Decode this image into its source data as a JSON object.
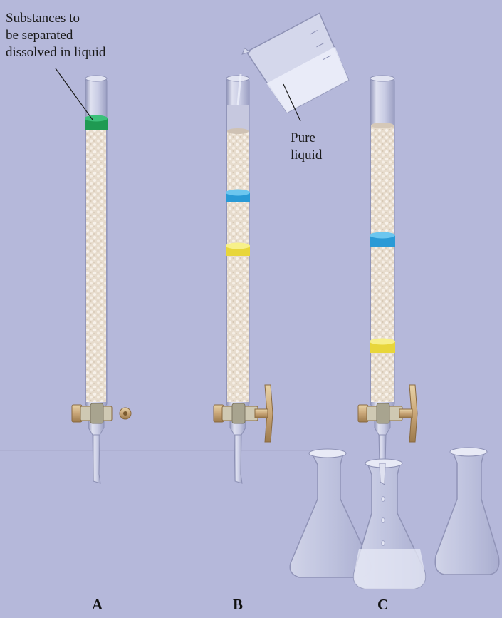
{
  "labels": {
    "substances_line1": "Substances to",
    "substances_line2": "be separated",
    "substances_line3": "dissolved in liquid",
    "pure_line1": "Pure",
    "pure_line2": "liquid"
  },
  "captions": {
    "a": "A",
    "b": "B",
    "c": "C"
  },
  "colors": {
    "background": "#b5b8da",
    "green_band": "#1f9a52",
    "blue_band": "#2aa6de",
    "yellow_band": "#f4e64a",
    "packing": "#e8dccd",
    "stopcock": "#c9a678"
  }
}
